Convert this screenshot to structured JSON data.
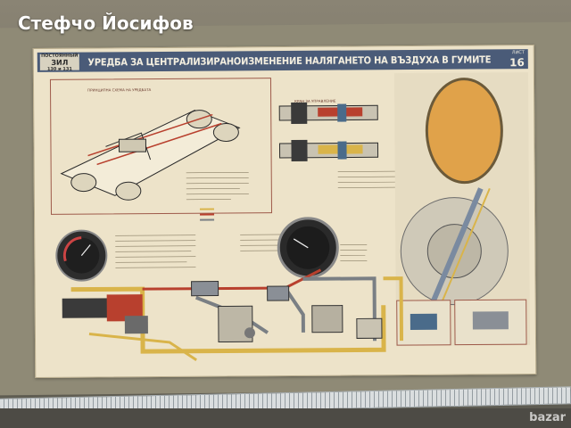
{
  "seller_name": "Стефчо Йосифов",
  "poster": {
    "badge_top": "ПОСТОЯННЫЙ",
    "badge_model": "ЗИЛ",
    "badge_bottom": "130 и 131",
    "title": "УРЕДБА ЗА ЦЕНТРАЛИЗИРАНОИЗМЕНЕНИЕ НАЛЯГАНЕТО НА ВЪЗДУХА В ГУМИТЕ",
    "sheet_label": "ЛИСТ",
    "sheet_number": "16",
    "top_left_caption": "ПРИНЦИПНА СХЕМА НА УРЕДБАТА",
    "top_middle_caption": "КРАН ЗА УПРАВЛЕНИЕ"
  },
  "watermark": "bazar",
  "colors": {
    "header": "#4a5b78",
    "paper": "#ede3c9",
    "red_line": "#b8402e",
    "yellow_line": "#d9b44a",
    "gray_line": "#7a7f84"
  }
}
